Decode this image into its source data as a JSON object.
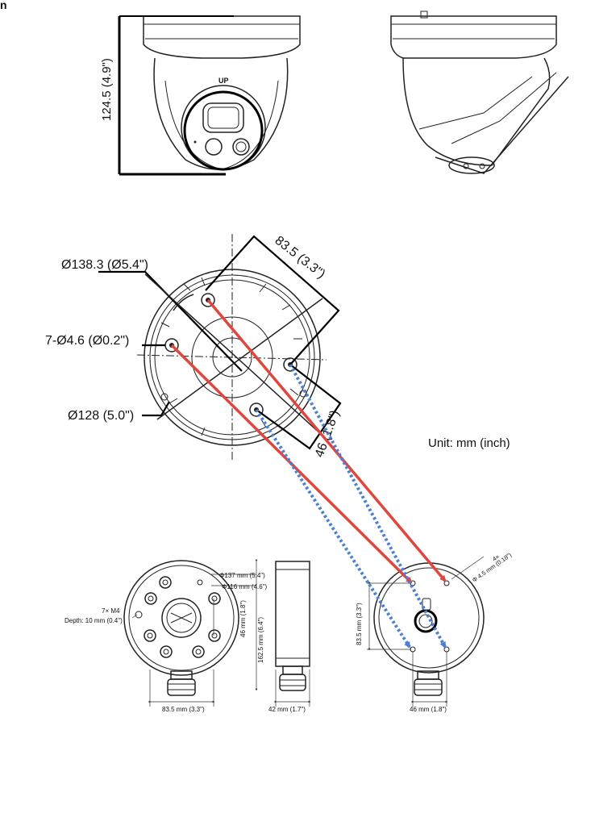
{
  "corner_mark": "n",
  "camera": {
    "height_label": "124.5 (4.9\")",
    "up_mark": "UP"
  },
  "base_plate": {
    "outer_diameter": "Ø138.3 (Ø5.4\")",
    "holes": "7-Ø4.6 (Ø0.2\")",
    "inner_diameter": "Ø128 (5.0\")",
    "spacing_long": "83.5 (3.3\")",
    "spacing_short": "46 (1.8\")"
  },
  "unit_note": "Unit: mm (inch)",
  "junction_box": {
    "diameter_outer": "Φ137 mm (5.4\")",
    "diameter_inner": "Φ116 mm (4.6\")",
    "screws": "7× M4",
    "screw_depth": "Depth: 10 mm (0.4\")",
    "dim_46": "46 mm (1.8\")",
    "dim_162": "162.5 mm (6.4\")",
    "dim_83_bottom": "83.5 mm (3.3\")",
    "side_depth": "42 mm (1.7\")",
    "back_vertical": "83.5 mm (3.3\")",
    "back_bottom": "46 mm (1.8\")",
    "back_holes_count": "4×",
    "back_holes_size": "Φ 4.5 mm (0.18\")"
  },
  "colors": {
    "solid_arrow": "#e0463c",
    "dotted_arrow": "#4a7fd4"
  }
}
